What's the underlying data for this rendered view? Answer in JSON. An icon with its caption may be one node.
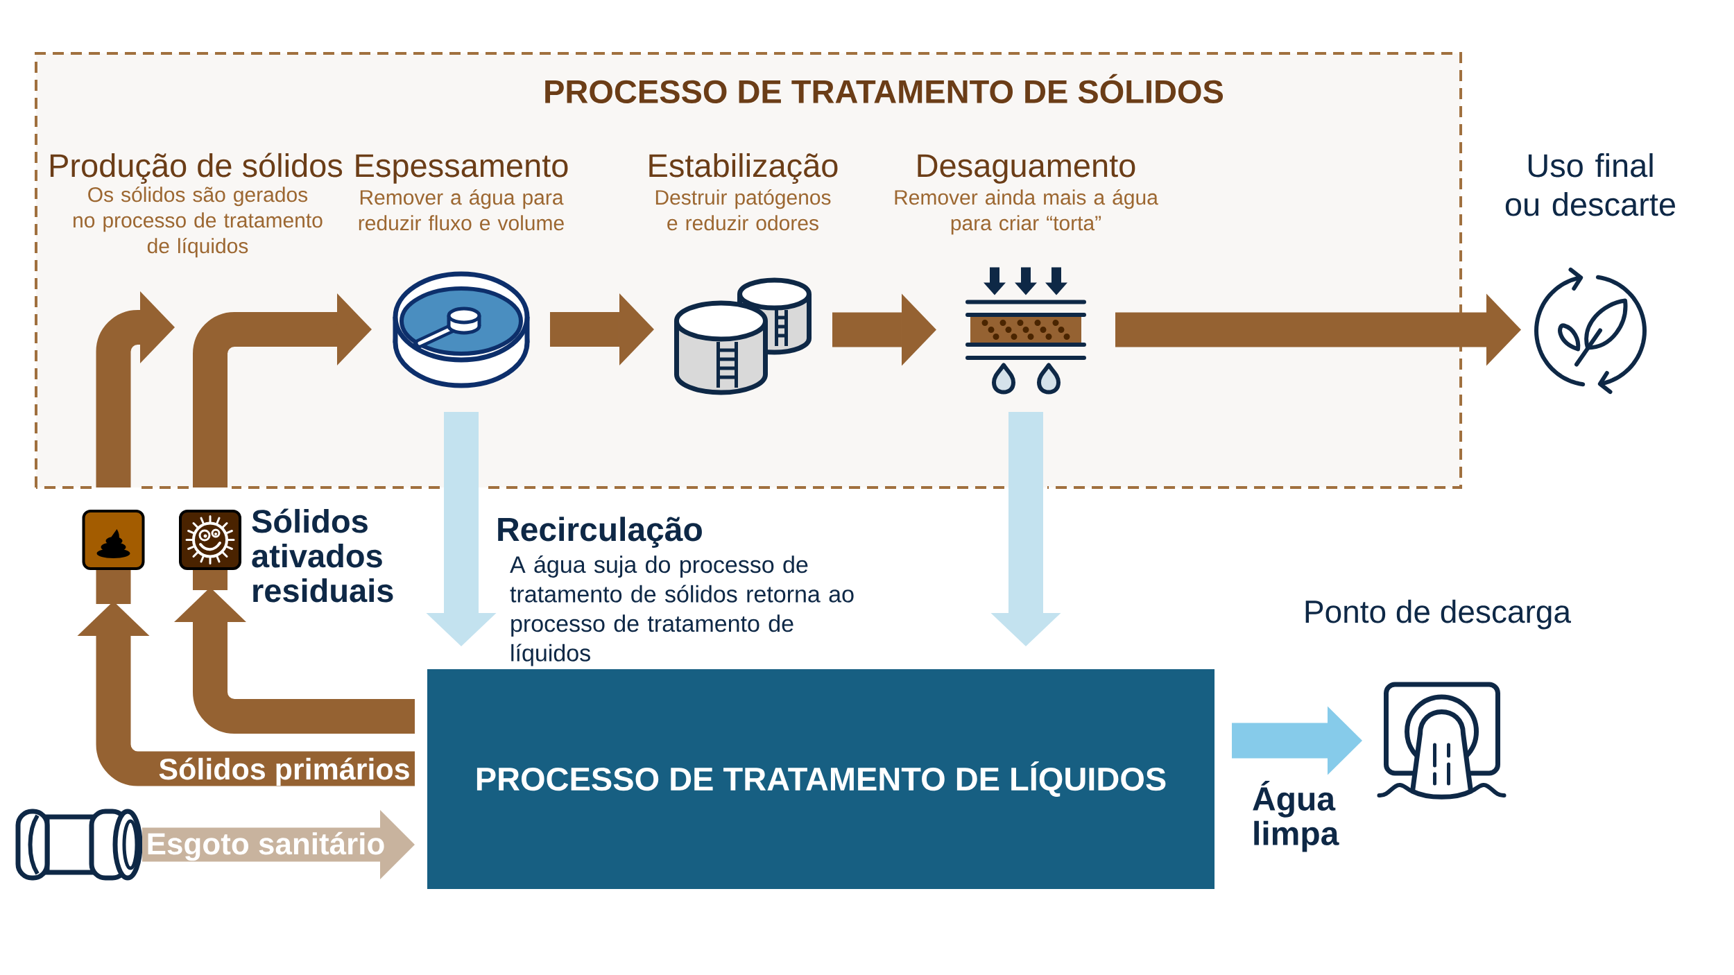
{
  "diagram": {
    "nodes": [
      {
        "text": [
          "PROCESSO DE TRATAMENTO DE SÓLIDOS"
        ]
      },
      {
        "text": [],
        "shape": "picture",
        "in": 0,
        "beside": [
          "Espessamento",
          "Remover a água para reduzir fluxo e volume"
        ]
      },
      {
        "text": [],
        "shape": "picture",
        "in": 0,
        "beside": [
          "Estabilização",
          "Destruir patógenos e reduzir odores"
        ]
      },
      {
        "text": [],
        "shape": "picture",
        "in": 0,
        "beside": [
          "Desaguamento",
          "Remover ainda mais a água para criar “torta”"
        ]
      },
      {
        "text": [],
        "shape": "picture",
        "beside": [
          "Uso final ou descarte"
        ]
      },
      {
        "text": [],
        "shape": "picture"
      },
      {
        "text": [],
        "shape": "picture",
        "beside": [
          "Sólidos ativados residuais"
        ]
      },
      {
        "text": [],
        "shape": "picture"
      },
      {
        "text": [
          "PROCESSO DE TRATAMENTO DE LÍQUIDOS"
        ]
      },
      {
        "text": [],
        "shape": "picture",
        "beside": [
          "Ponto de descarga"
        ]
      }
    ],
    "edges": [
      {
        "from": 1,
        "to": 2,
        "arrow": "to"
      },
      {
        "from": 2,
        "to": 3,
        "arrow": "to"
      },
      {
        "from": 3,
        "to": 4,
        "arrow": "to"
      },
      {
        "from": 8,
        "to": 5,
        "arrow": "to",
        "label": "Sólidos primários"
      },
      {
        "from": 8,
        "to": 6,
        "arrow": "to"
      },
      {
        "from": 5,
        "to": null,
        "arrow": "to"
      },
      {
        "from": 6,
        "to": 1,
        "arrow": "to"
      },
      {
        "from": 7,
        "to": 8,
        "arrow": "to",
        "label": "Esgoto sanitário",
        "color": "#c8b39e"
      },
      {
        "from": 1,
        "to": 8,
        "arrow": "to",
        "color": "#c3e2ef"
      },
      {
        "from": 3,
        "to": 8,
        "arrow": "to",
        "color": "#c3e2ef"
      },
      {
        "from": 8,
        "to": 9,
        "arrow": "to",
        "label": "Água limpa",
        "color": "#86cbea"
      }
    ],
    "labels": [
      "Produção de sólidos",
      "Os sólidos são gerados no processo de tratamento de líquidos",
      "Recirculação",
      "A água suja do processo de tratamento de sólidos retorna ao processo de tratamento de líquidos"
    ]
  }
}
